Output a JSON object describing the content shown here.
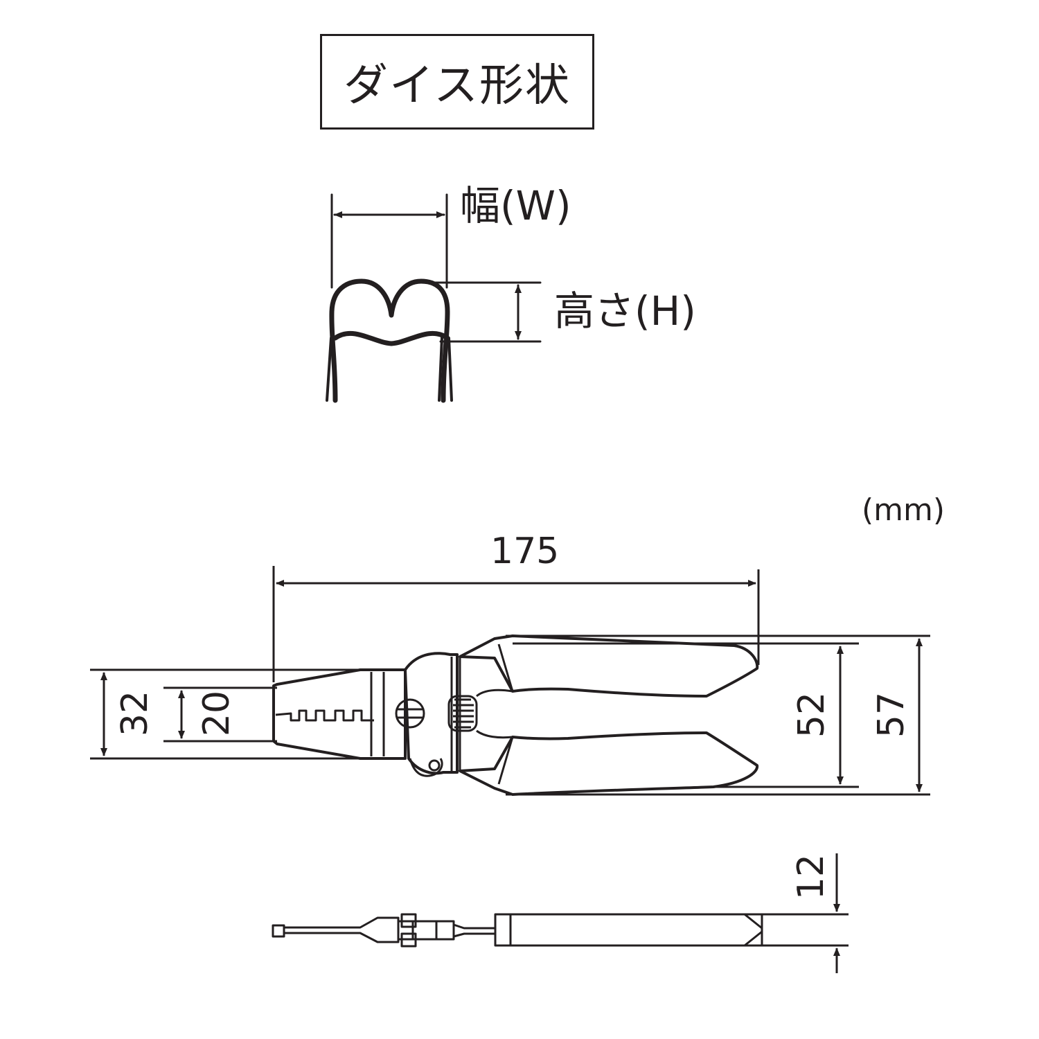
{
  "title": "ダイス形状",
  "die_shape": {
    "width_label": "幅(W)",
    "height_label": "高さ(H)"
  },
  "unit": "(mm)",
  "dimensions": {
    "overall_length": "175",
    "jaw_outer_height": "32",
    "jaw_inner_height": "20",
    "handle_inner_span": "52",
    "handle_outer_span": "57",
    "thickness": "12"
  },
  "colors": {
    "line": "#231f20",
    "background": "#ffffff"
  }
}
